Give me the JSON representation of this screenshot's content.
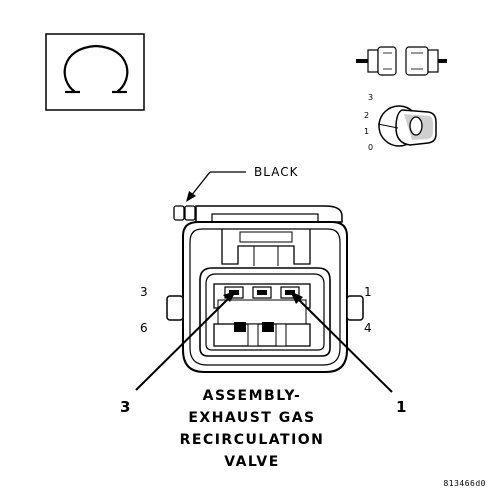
{
  "wire_color_label": "BLACK",
  "pin_labels": {
    "top_left": "3",
    "bottom_left": "6",
    "top_right": "1",
    "bottom_right": "4"
  },
  "callouts": {
    "left": "3",
    "right": "1"
  },
  "component_name": {
    "line1": "ASSEMBLY-",
    "line2": "EXHAUST GAS",
    "line3": "RECIRCULATION",
    "line4": "VALVE"
  },
  "positions_scale": [
    "3",
    "2",
    "1",
    "0"
  ],
  "figure_id": "813466d0",
  "icons": [
    "ohmmeter-icon",
    "connector-plug-icon",
    "ignition-switch-icon"
  ]
}
